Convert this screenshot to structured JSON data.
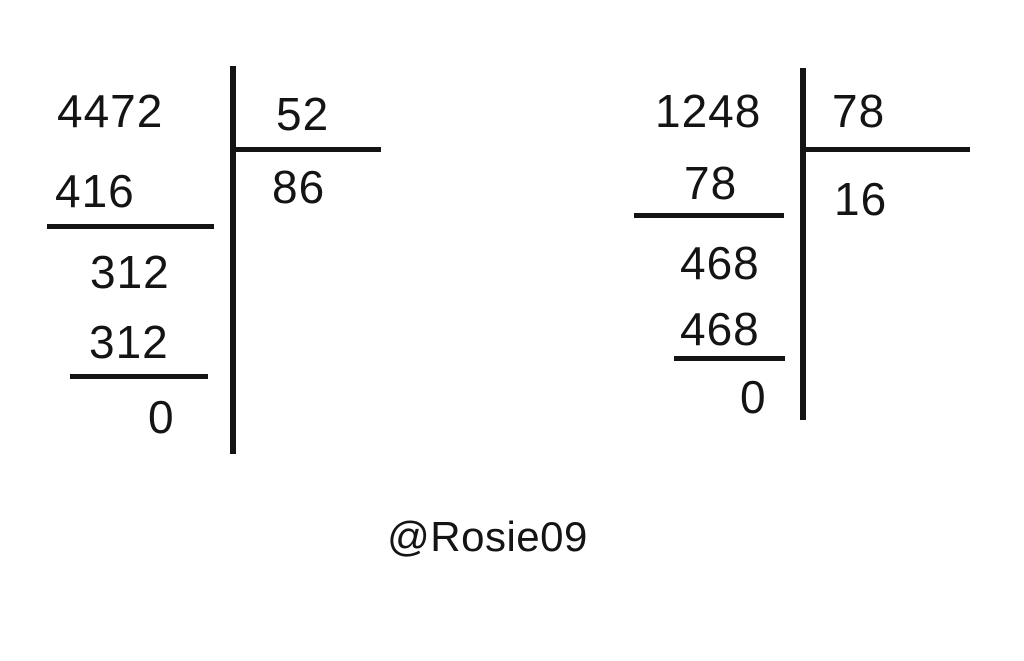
{
  "divisions": [
    {
      "dividend": "4472",
      "divisor": "52",
      "quotient": "86",
      "steps": [
        "416",
        "312",
        "312",
        "0"
      ]
    },
    {
      "dividend": "1248",
      "divisor": "78",
      "quotient": "16",
      "steps": [
        "78",
        "468",
        "468",
        "0"
      ]
    }
  ],
  "credit": "@Rosie09"
}
